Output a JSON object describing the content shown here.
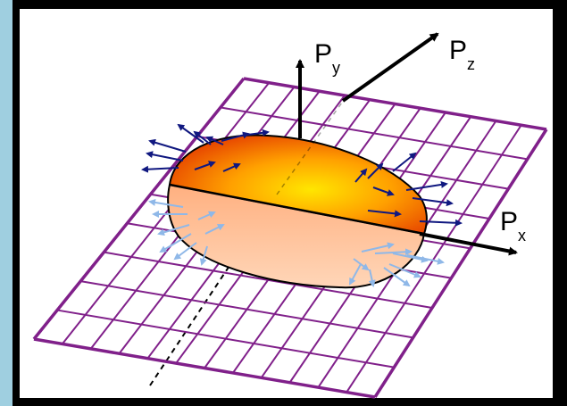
{
  "diagram": {
    "axes": [
      {
        "name": "P",
        "sub": "x"
      },
      {
        "name": "P",
        "sub": "y"
      },
      {
        "name": "P",
        "sub": "z"
      }
    ],
    "colors": {
      "grid": "#80208a",
      "ellipsoid_top_light": "#ffe000",
      "ellipsoid_top_dark": "#e23000",
      "ellipsoid_bottom": "#ffb080",
      "dark_arrows": "#101880",
      "light_arrows": "#8fb8e8",
      "border": "#000000",
      "background_outer": "#9fcfe0"
    },
    "grid": {
      "rows": 9,
      "cols": 12
    }
  }
}
